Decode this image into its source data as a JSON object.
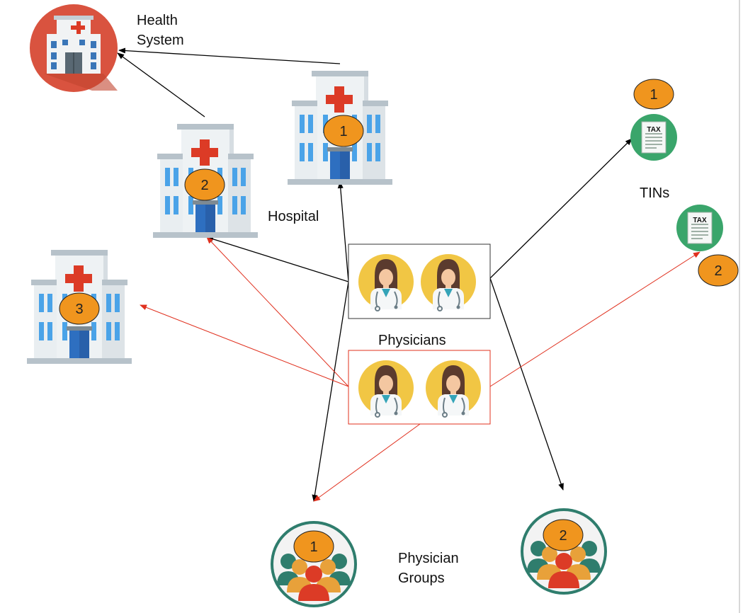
{
  "labels": {
    "health_system_line1": "Health",
    "health_system_line2": "System",
    "hospital": "Hospital",
    "tins": "TINs",
    "physicians": "Physicians",
    "physician_groups_line1": "Physician",
    "physician_groups_line2": "Groups"
  },
  "icons": {
    "health_system": "hospital-building-round-icon",
    "hospital": "hospital-building-icon",
    "tin": "tax-document-icon",
    "physician": "female-doctor-icon",
    "physician_group": "people-group-icon"
  },
  "hospitals": [
    {
      "number": "1"
    },
    {
      "number": "2"
    },
    {
      "number": "3"
    }
  ],
  "tins": [
    {
      "number": "1",
      "icon_text": "TAX"
    },
    {
      "number": "2",
      "icon_text": "TAX"
    }
  ],
  "physician_groups": [
    {
      "number": "1"
    },
    {
      "number": "2"
    }
  ],
  "colors": {
    "black_connection": "#000000",
    "red_connection": "#e0301e",
    "badge": "#f0951e",
    "health_system_circle": "#d9533f",
    "tin_circle": "#3aa56b",
    "physician_circle": "#f1c644",
    "group_ring": "#2f7d6d"
  }
}
